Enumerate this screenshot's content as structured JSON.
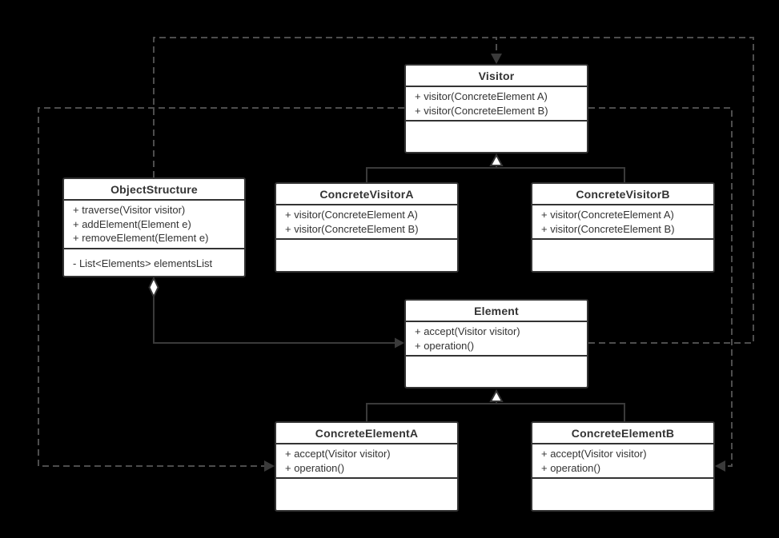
{
  "diagram_type": "uml-class-diagram",
  "colors": {
    "background": "#000000",
    "box_fill": "#ffffff",
    "box_border": "#333333",
    "text": "#333333",
    "solid_line": "#3a3a3a",
    "dashed_line": "#4d4d4d"
  },
  "classes": {
    "visitor": {
      "name": "Visitor",
      "methods": [
        "+ visitor(ConcreteElement A)",
        "+ visitor(ConcreteElement B)"
      ]
    },
    "object_structure": {
      "name": "ObjectStructure",
      "methods": [
        "+ traverse(Visitor visitor)",
        "+ addElement(Element e)",
        "+ removeElement(Element e)"
      ],
      "attributes": [
        "- List<Elements> elementsList"
      ]
    },
    "concrete_visitor_a": {
      "name": "ConcreteVisitorA",
      "methods": [
        "+ visitor(ConcreteElement A)",
        "+ visitor(ConcreteElement B)"
      ]
    },
    "concrete_visitor_b": {
      "name": "ConcreteVisitorB",
      "methods": [
        "+ visitor(ConcreteElement A)",
        "+ visitor(ConcreteElement B)"
      ]
    },
    "element": {
      "name": "Element",
      "methods": [
        "+ accept(Visitor visitor)",
        "+ operation()"
      ]
    },
    "concrete_element_a": {
      "name": "ConcreteElementA",
      "methods": [
        "+ accept(Visitor visitor)",
        "+ operation()"
      ]
    },
    "concrete_element_b": {
      "name": "ConcreteElementB",
      "methods": [
        "+ accept(Visitor visitor)",
        "+ operation()"
      ]
    }
  },
  "relationships": [
    {
      "type": "dependency",
      "from": "ObjectStructure",
      "to": "Visitor",
      "line": "dashed",
      "arrow": "filled"
    },
    {
      "type": "dependency",
      "from": "Element",
      "to": "Visitor",
      "line": "dashed",
      "arrow": "filled"
    },
    {
      "type": "dependency",
      "from": "Visitor",
      "to": "ConcreteElementA",
      "line": "dashed",
      "arrow": "filled"
    },
    {
      "type": "dependency",
      "from": "Visitor",
      "to": "ConcreteElementB",
      "line": "dashed",
      "arrow": "filled"
    },
    {
      "type": "aggregation",
      "from": "ObjectStructure",
      "to": "Element",
      "line": "solid",
      "arrow": "filled",
      "diamond": "hollow"
    },
    {
      "type": "inheritance",
      "from": "ConcreteVisitorA",
      "to": "Visitor",
      "line": "solid",
      "arrow": "hollow-triangle"
    },
    {
      "type": "inheritance",
      "from": "ConcreteVisitorB",
      "to": "Visitor",
      "line": "solid",
      "arrow": "hollow-triangle"
    },
    {
      "type": "inheritance",
      "from": "ConcreteElementA",
      "to": "Element",
      "line": "solid",
      "arrow": "hollow-triangle"
    },
    {
      "type": "inheritance",
      "from": "ConcreteElementB",
      "to": "Element",
      "line": "solid",
      "arrow": "hollow-triangle"
    }
  ]
}
